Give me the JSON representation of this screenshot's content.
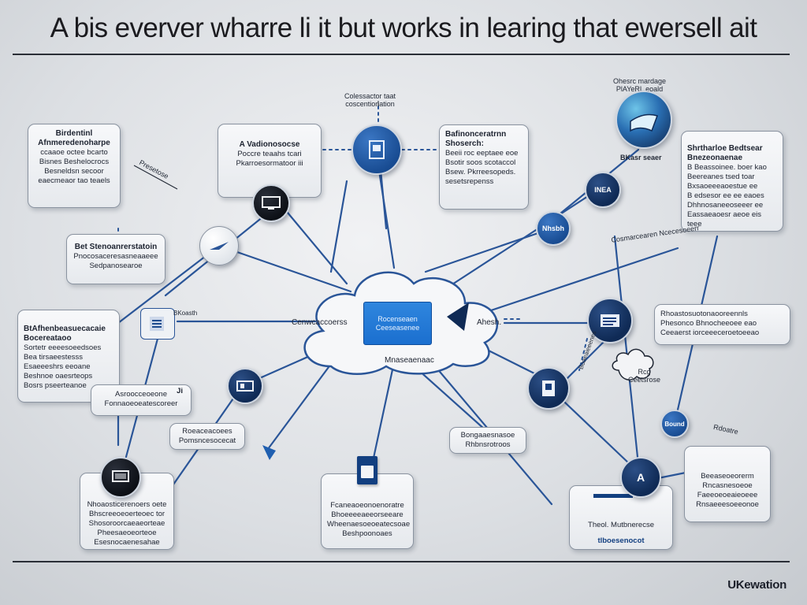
{
  "title": "A bis everver wharre li it but works in learing that ewersell ait",
  "brand": "UKewation",
  "colors": {
    "navy": "#0f2a55",
    "accent_blue": "#1b6fcf",
    "link": "#2a5598"
  },
  "top_tag": {
    "line1": "Colessactor taat",
    "line2": "coscentionation"
  },
  "right_top_tag": {
    "line1": "Ohesrc mardage",
    "line2": "PlAYeRL eoald"
  },
  "cards": {
    "c1": {
      "h1": "Birdentinl",
      "h2": "Afnmeredenoharpe",
      "lines": [
        "ccaaoe octee bcarto",
        "Bisnes Beshelocrocs",
        "Besneldsn secoor",
        "eaecmeaor tao teaels"
      ]
    },
    "c2": {
      "h1": "A Vadionosocse",
      "lines": [
        "Poccre teaahs tcari",
        "Pkarroesormatoor iii"
      ]
    },
    "c3": {
      "h1": "Bafinonceratrnn",
      "h2": "Shoserch:",
      "lines": [
        "Beeii roc eeptaee eoe",
        "Bsotir soos scotaccol",
        "Bsew. Pkrreesopeds.",
        "sesetsrepenss"
      ]
    },
    "c4": {
      "h1": "Shrtharloe Bedtsear",
      "h2": "Bnezeonaenae",
      "lines": [
        "B Beassoinee. boer kao",
        "Beereanes tsed toar",
        "Bxsaoeeeaoestue ee",
        "B edsesor ee ee eaoes",
        "Dhhnosaneeoseeer ee",
        "Eassaeaoesr aeoe eis teee"
      ]
    },
    "c5": {
      "h1": "Bet Stenoanrerstatoin",
      "lines": [
        "Pnocosaceresasneaaeee",
        "Sedpanosearoe"
      ]
    },
    "c6": {
      "h1": "BtAfhenbeasuecacaie",
      "h2": "Bocereataoo",
      "lines": [
        "Sortetr eeeesoeedsoes",
        "Bea tirsaeestesss",
        "Esaeeeshrs eeoane",
        "Beshnoe oaesrteops",
        "Bosrs pseerteanoe"
      ]
    },
    "c7": {
      "lines": [
        "Asroocceoeone",
        "Fonnaoeoeatescoreer"
      ],
      "mark": "Ji"
    },
    "c8": {
      "lines": [
        "Roeaceacoees",
        "Pomsncesocecat"
      ]
    },
    "c9": {
      "lines": [
        "Rhoastosuotonaooreennls",
        "Phesonco Bhnocheeoee eao",
        "Ceeaerst iorceeeceroetoeeao"
      ]
    },
    "c10": {
      "lines": [
        "Bongaaesnasoe",
        "Rhbnsrotroos"
      ]
    },
    "c11": {
      "lines": [
        "Nhoaosticerenoers oete",
        "Bhscreeoeoerteoec tor",
        "Shosoroorcaeaeorteae",
        "Pheesaeoeorteoe",
        "Esesnocaenesahae"
      ]
    },
    "c12": {
      "lines": [
        "Fcaneaoeonoenoratre",
        "Bhoeeeeaeeorseeare",
        "Wheenaesoeoeatecsoae",
        "Beshpoonoaes"
      ]
    },
    "c13": {
      "lines": [
        "Beeaseoeorerm",
        "Rncasnesoeoe",
        "Faeeoeoeaieoeee",
        "Rnsaeeesoeeonoe"
      ]
    },
    "c14": {
      "lines": [
        "Theol. Mutbnerecse",
        "tlboesenocot"
      ]
    }
  },
  "cloud": {
    "left": "Cenwcaccoerss",
    "right": "Ahesh.",
    "bottom": "Mnaseaenaac",
    "box_line1": "Rocenseaen",
    "box_line2": "Ceeseasenee"
  },
  "tags": {
    "t1": "Presetose",
    "t2": "Cosmarcearen Ncecesoeerr",
    "t3": "Rdoatre",
    "t4": "Boaeaieeenes",
    "t5": "BKoasth"
  },
  "nodes": {
    "n_glob_label": "BKasr seaer",
    "n_right1": "INEA",
    "n_right2": "Nhsbh",
    "n_r4": "Bound",
    "n_r5": "A",
    "cloud_small_1": "Rcg",
    "cloud_small_2": "Ceetsrose"
  },
  "icons": [
    "document-icon",
    "monitor-icon",
    "edit-icon",
    "cloud-icon",
    "folder-icon",
    "globe-icon",
    "chart-icon",
    "server-icon",
    "user-icon",
    "book-icon",
    "list-icon"
  ]
}
